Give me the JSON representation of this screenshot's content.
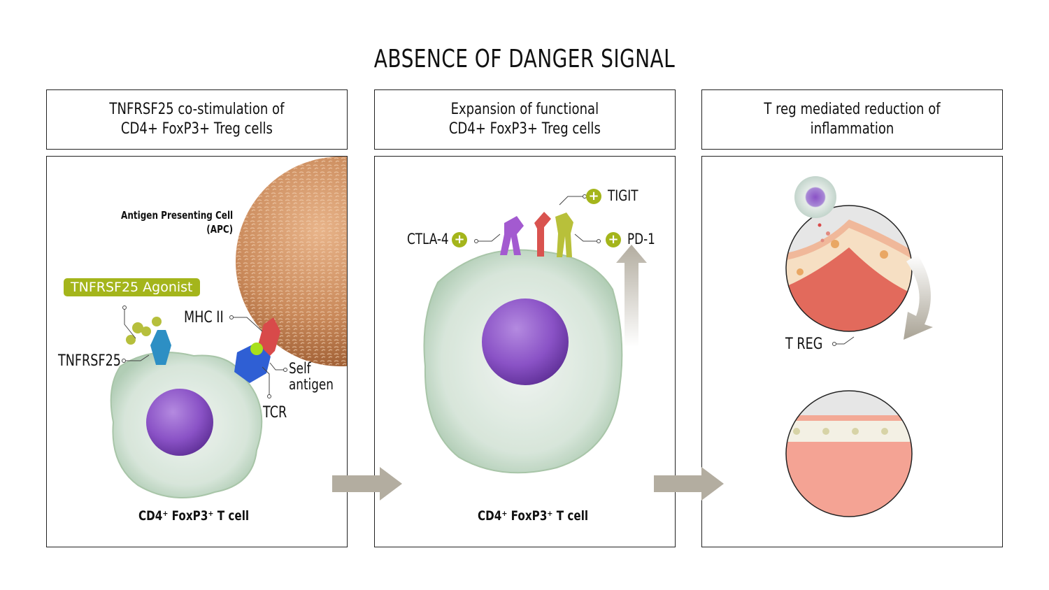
{
  "title": "ABSENCE OF DANGER SIGNAL",
  "steps": [
    {
      "header": "TNFRSF25 co-stimulation of\nCD4+ FoxP3+ Treg cells",
      "labels": {
        "apc": "Antigen Presenting Cell\n(APC)",
        "agonist": "TNFRSF25 Agonist",
        "receptor": "TNFRSF25",
        "mhc": "MHC II",
        "self_antigen": "Self\nantigen",
        "tcr": "TCR",
        "cell": "CD4⁺ FoxP3⁺ T cell"
      }
    },
    {
      "header": "Expansion of functional\nCD4+ FoxP3+ Treg cells",
      "labels": {
        "ctla4": "CTLA-4",
        "tigit": "TIGIT",
        "pd1": "PD-1",
        "plus_symbol": "+",
        "cell": "CD4⁺ FoxP3⁺ T cell"
      }
    },
    {
      "header": "T reg mediated reduction of inflammation",
      "labels": {
        "treg": "T REG"
      }
    }
  ],
  "colors": {
    "accent_green": "#a4b51b",
    "arrow_gray": "#b3ada0",
    "apc_brown": "#c9895a",
    "nucleus_purple": "#8a52c6",
    "cell_green": "#b9d3bd",
    "tissue_red": "#e26a5c"
  }
}
